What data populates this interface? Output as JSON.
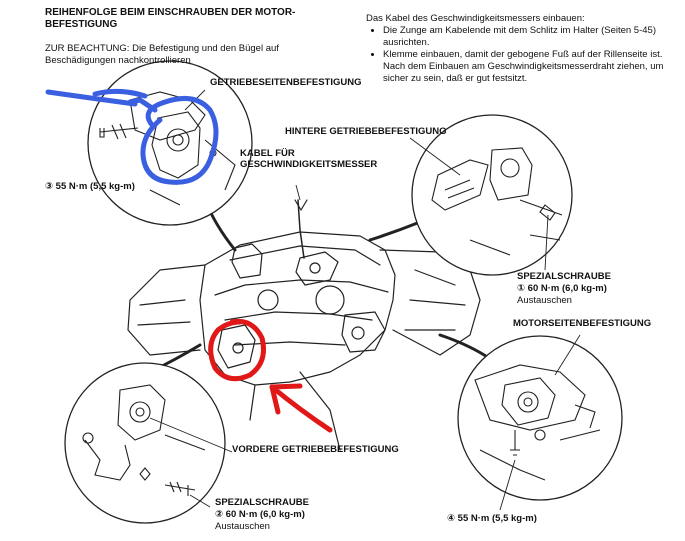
{
  "header": {
    "title_line1": "REIHENFOLGE BEIM EINSCHRAUBEN DER MOTOR-",
    "title_line2": "BEFESTIGUNG",
    "note_line1": "ZUR BEACHTUNG:  Die Befestigung und den Bügel auf",
    "note_line2": "Beschädigungen nachkontrollieren"
  },
  "cable_instructions": {
    "intro": "Das Kabel des Geschwindigkeitsmessers einbauen:",
    "bullets": [
      "Die Zunge am Kabelende mit dem Schlitz im Halter (Seiten 5-45) ausrichten.",
      "Klemme einbauen, damit der gebogene Fuß auf der Rillenseite ist."
    ],
    "followup": "Nach dem Einbauen am Geschwindigkeitsmesserdraht ziehen, um sicher zu sein, daß er gut festsitzt."
  },
  "labels": {
    "transmission_side_mount": "GETRIEBESEITENBEFESTIGUNG",
    "torque_3": "③ 55 N·m (5,5 kg-m)",
    "rear_transmission_mount": "HINTERE GETRIEBEBEFESTIGUNG",
    "speedometer_cable_line1": "KABEL FÜR",
    "speedometer_cable_line2": "GESCHWINDIGKEITSMESSER",
    "special_bolt_rear": "SPEZIALSCHRAUBE",
    "torque_1": "① 60 N·m (6,0 kg-m)",
    "replace_rear": "Austauschen",
    "engine_side_mount": "MOTORSEITENBEFESTIGUNG",
    "front_transmission_mount": "VORDERE GETRIEBEBEFESTIGUNG",
    "special_bolt_front": "SPEZIALSCHRAUBE",
    "torque_2": "② 60 N·m (6,0 kg-m)",
    "replace_front": "Austauschen",
    "torque_4": "④ 55 N·m (5,5 kg-m)"
  },
  "annotation_colors": {
    "blue_marker": "#3a5fe0",
    "red_marker": "#e01818"
  }
}
